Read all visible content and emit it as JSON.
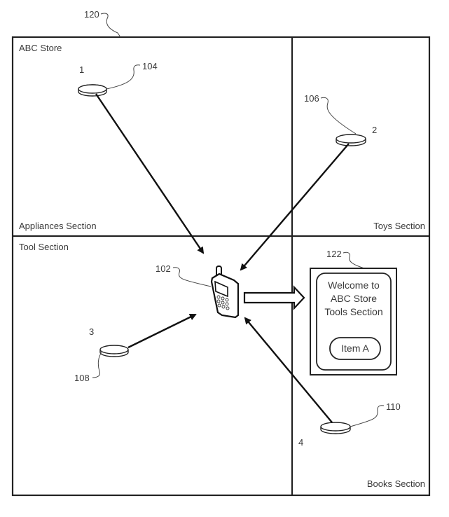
{
  "figure": {
    "ref_store": "120",
    "store_name": "ABC Store",
    "sections": {
      "appliances": "Appliances Section",
      "toys": "Toys Section",
      "tools": "Tool Section",
      "books": "Books Section"
    },
    "device": {
      "ref": "102",
      "icon": "mobile-phone-icon"
    },
    "beacons": [
      {
        "number": "1",
        "ref": "104",
        "section": "Appliances Section"
      },
      {
        "number": "2",
        "ref": "106",
        "section": "Toys Section"
      },
      {
        "number": "3",
        "ref": "108",
        "section": "Tool Section"
      },
      {
        "number": "4",
        "ref": "110",
        "section": "Books Section"
      }
    ],
    "screen": {
      "ref": "122",
      "line1": "Welcome to",
      "line2": "ABC Store",
      "line3": "Tools Section",
      "button_label": "Item A"
    }
  }
}
